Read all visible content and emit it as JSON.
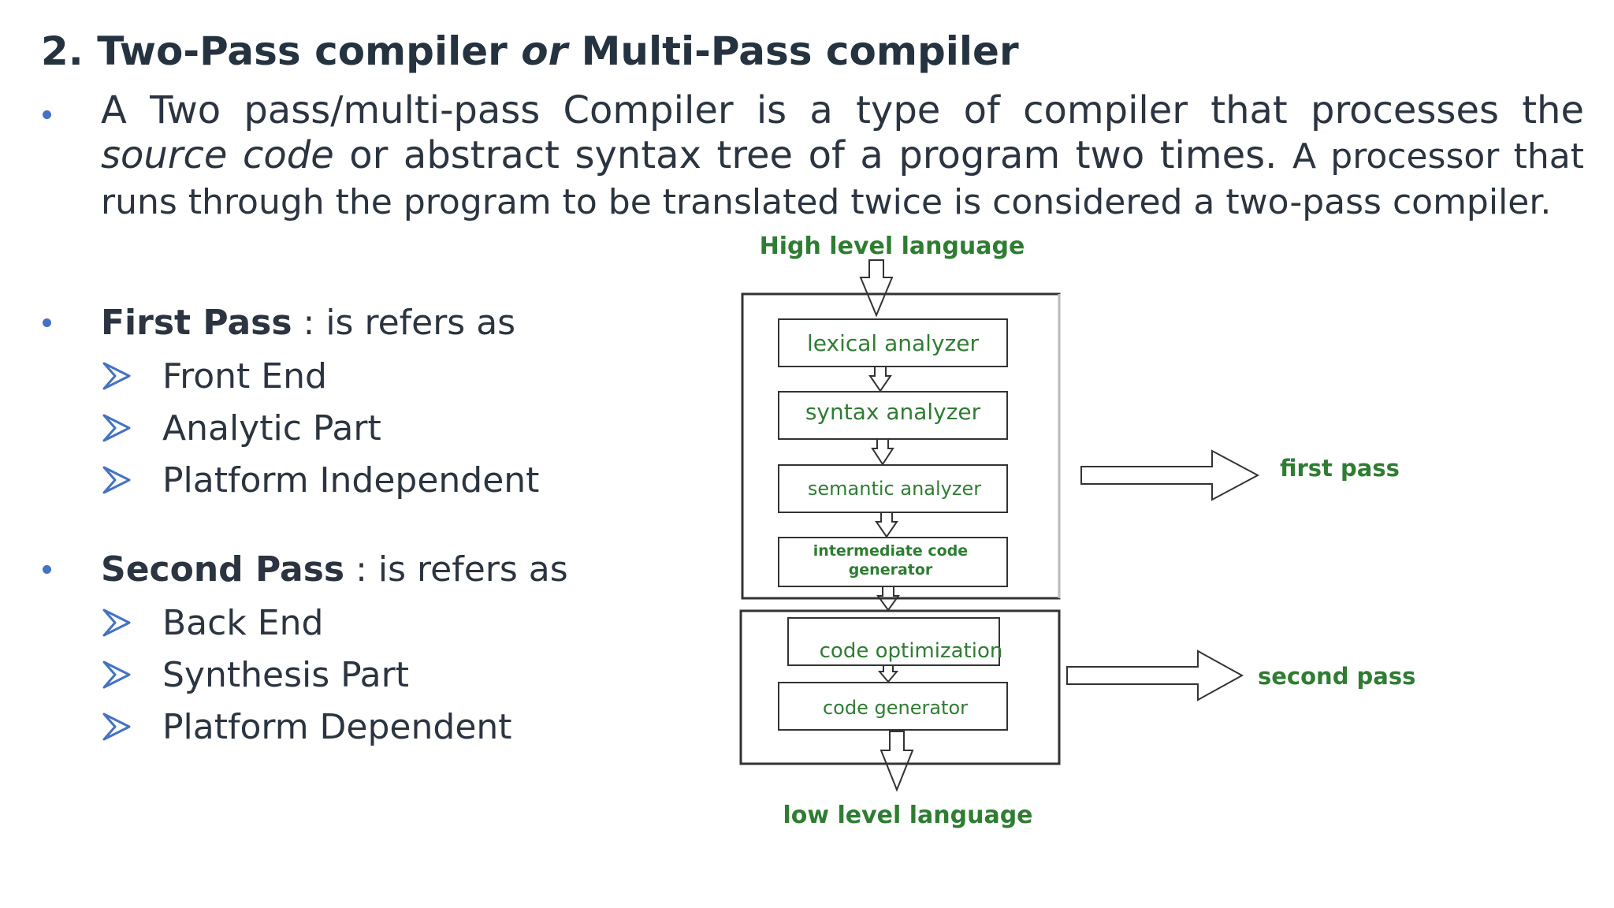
{
  "title": {
    "part1": "2. Two-Pass compiler ",
    "part2": "or",
    "part3": " Multi-Pass compiler"
  },
  "intro": {
    "text1": "A Two pass/multi-pass Compiler is a type of compiler that processes the ",
    "text2": "source code",
    "text3": " or abstract syntax tree of a program two times. ",
    "text4": "A processor that runs through the program to be translated twice is considered a two-pass compiler."
  },
  "first_pass": {
    "label": "First Pass",
    "suffix": " : is refers as",
    "items": [
      "Front End",
      "Analytic Part",
      "Platform Independent"
    ]
  },
  "second_pass": {
    "label": "Second Pass",
    "suffix": " : is refers as",
    "items": [
      "Back End",
      "Synthesis Part",
      "Platform Dependent"
    ]
  },
  "diagram": {
    "top_label": "High level language",
    "bottom_label": "low level language",
    "stages": [
      "lexical analyzer",
      "syntax analyzer",
      "semantic analyzer",
      "intermediate code",
      "generator",
      "code optimization",
      "code generator"
    ],
    "first_pass_label": "first pass",
    "second_pass_label": "second pass"
  },
  "colors": {
    "bullet": "#4472c4",
    "title": "#253341",
    "diagram_text": "#2e7d32"
  }
}
